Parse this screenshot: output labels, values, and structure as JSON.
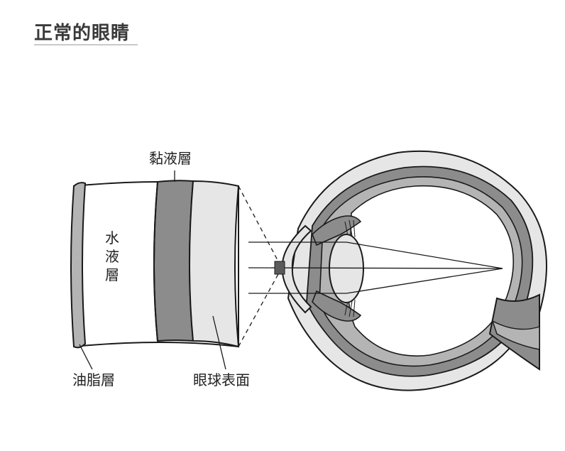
{
  "title": "正常的眼睛",
  "labels": {
    "mucin_layer": "黏液層",
    "aqueous_layer_line1": "水",
    "aqueous_layer_line2": "液",
    "aqueous_layer_line3": "層",
    "lipid_layer": "油脂層",
    "eye_surface": "眼球表面"
  },
  "colors": {
    "outline": "#1a1a1a",
    "dark_gray": "#8c8c8c",
    "medium_gray": "#b4b4b4",
    "light_gray": "#e6e6e6",
    "white": "#ffffff"
  }
}
